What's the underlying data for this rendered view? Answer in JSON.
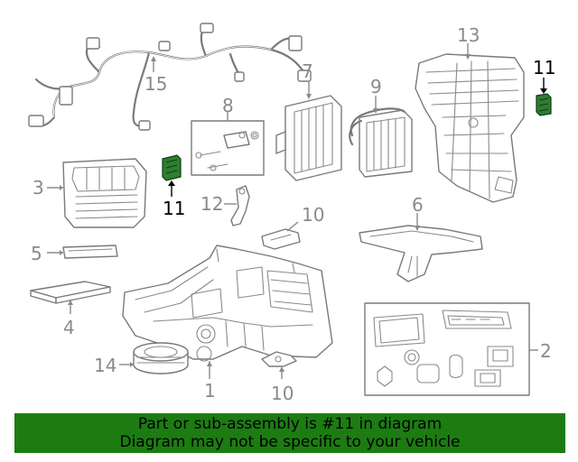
{
  "diagram": {
    "callouts": {
      "c1": "1",
      "c2": "2",
      "c3": "3",
      "c4": "4",
      "c5": "5",
      "c6": "6",
      "c7": "7",
      "c8": "8",
      "c9": "9",
      "c10a": "10",
      "c10b": "10",
      "c11a": "11",
      "c11b": "11",
      "c12": "12",
      "c13": "13",
      "c14": "14",
      "c15": "15"
    },
    "colors": {
      "highlight_part": "#2e7d32",
      "banner_bg": "#1c7c12",
      "line_art": "#7a7a7a"
    }
  },
  "banner": {
    "line1": "Part or sub-assembly is #11 in diagram",
    "line2": "Diagram may not be specific to your vehicle"
  }
}
